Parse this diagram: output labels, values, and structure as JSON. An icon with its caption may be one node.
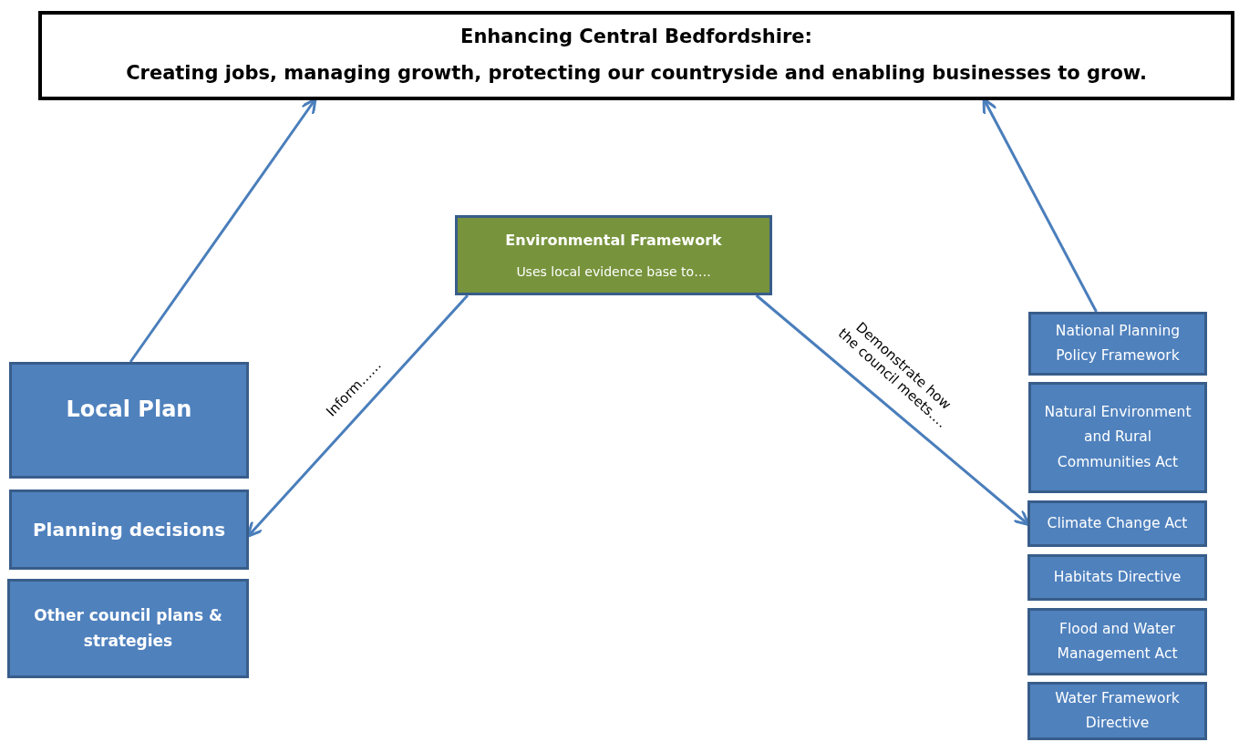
{
  "diagram": {
    "nodes": [
      {
        "text": [
          "Enhancing Central Bedfordshire:",
          "Creating jobs, managing growth, protecting our countryside and enabling businesses to grow."
        ]
      },
      {
        "text": [
          "Environmental Framework",
          "Uses local evidence base to…."
        ]
      },
      {
        "text": [
          "Local Plan"
        ]
      },
      {
        "text": [
          "Planning decisions"
        ]
      },
      {
        "text": [
          "Other council plans & strategies"
        ]
      },
      {
        "text": [
          "National Planning Policy Framework"
        ]
      },
      {
        "text": [
          "Natural Environment and Rural Communities Act"
        ]
      },
      {
        "text": [
          "Climate Change Act"
        ]
      },
      {
        "text": [
          "Habitats Directive"
        ]
      },
      {
        "text": [
          "Flood and Water Management Act"
        ]
      },
      {
        "text": [
          "Water Framework Directive"
        ]
      }
    ],
    "edges": [
      {
        "from": 2,
        "to": 0,
        "arrow": "to"
      },
      {
        "from": 5,
        "to": 0,
        "arrow": "to"
      },
      {
        "from": 1,
        "to": 3,
        "arrow": "to",
        "label": "Inform……"
      },
      {
        "from": 1,
        "to": 7,
        "arrow": "to",
        "label": "Demonstrate how the council meets…."
      }
    ]
  }
}
